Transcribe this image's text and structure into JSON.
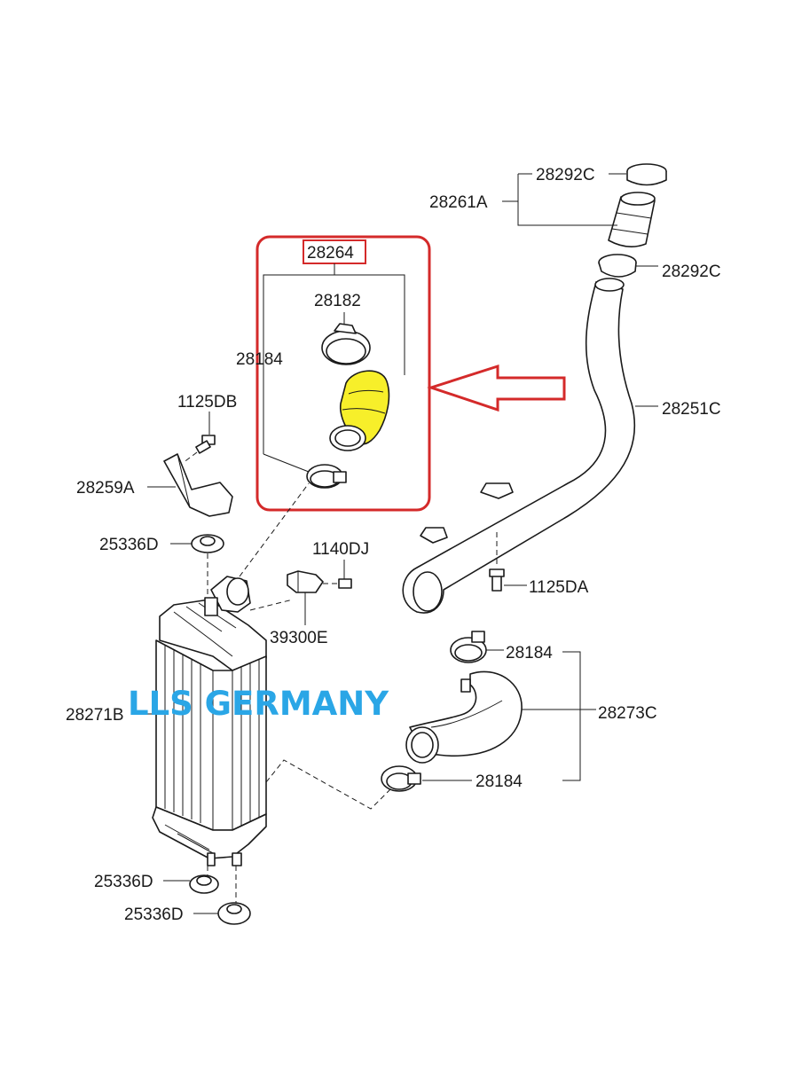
{
  "labels": {
    "p28292c_top": "28292C",
    "p28261a": "28261A",
    "p28292c_mid": "28292C",
    "p28264": "28264",
    "p28182": "28182",
    "p28184_box": "28184",
    "p1125db": "1125DB",
    "p28251c": "28251C",
    "p28259a": "28259A",
    "p25336d_top": "25336D",
    "p1140dj": "1140DJ",
    "p1125da": "1125DA",
    "p39300e": "39300E",
    "p28184_mid": "28184",
    "p28273c": "28273C",
    "p28271b": "28271B",
    "p28184_low": "28184",
    "p25336d_low1": "25336D",
    "p25336d_low2": "25336D"
  },
  "watermark": "LLS GERMANY",
  "colors": {
    "highlight_box": "#d42a2a",
    "highlighted_hose": "#f7ef2a",
    "watermark": "#2aa6e6",
    "line": "#1a1a1a"
  },
  "icons": {
    "pointer": "arrow-left-icon"
  }
}
